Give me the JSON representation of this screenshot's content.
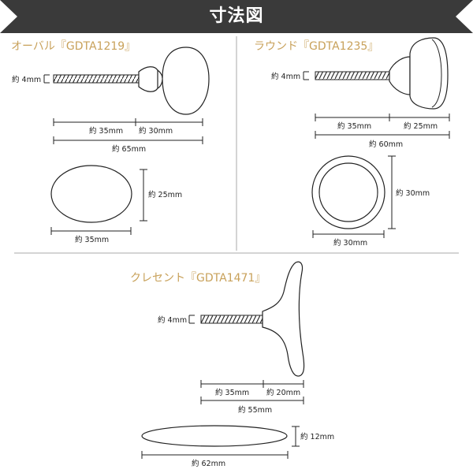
{
  "header": {
    "title": "寸法図"
  },
  "colors": {
    "banner": "#3a3a3a",
    "accent": "#c8a15a",
    "line": "#222222",
    "divider": "#aaaaaa"
  },
  "oval": {
    "title": "オーバル『GDTA1219』",
    "screw": "約 4mm",
    "len_a": "約 35mm",
    "len_b": "約 30mm",
    "len_total": "約 65mm",
    "top_h": "約 25mm",
    "top_w": "約 35mm"
  },
  "round": {
    "title": "ラウンド『GDTA1235』",
    "screw": "約 4mm",
    "len_a": "約 35mm",
    "len_b": "約 25mm",
    "len_total": "約 60mm",
    "top_h": "約 30mm",
    "top_w": "約 30mm"
  },
  "crescent": {
    "title": "クレセント『GDTA1471』",
    "screw": "約 4mm",
    "len_a": "約 35mm",
    "len_b": "約 20mm",
    "len_total": "約 55mm",
    "top_h": "約 12mm",
    "top_w": "約 62mm"
  }
}
